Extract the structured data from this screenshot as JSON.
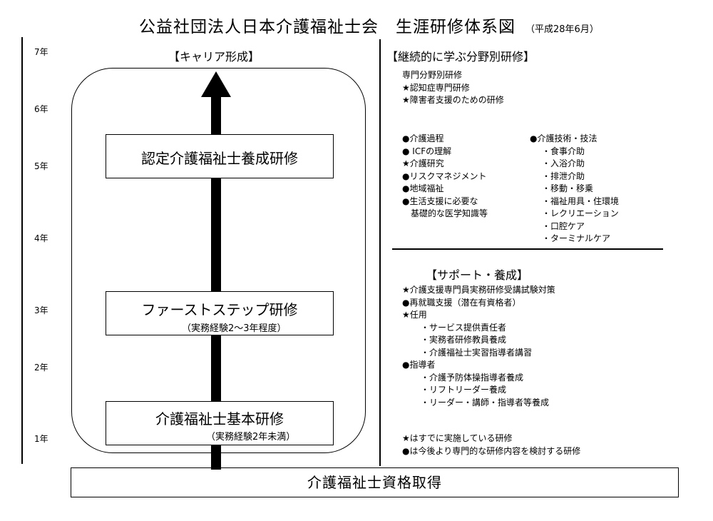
{
  "title": "公益社団法人日本介護福祉士会　生涯研修体系図",
  "date": "（平成28年6月）",
  "years": [
    "7年",
    "6年",
    "5年",
    "4年",
    "3年",
    "2年",
    "1年"
  ],
  "career": {
    "heading": "【キャリア形成】",
    "box1": {
      "title": "認定介護福祉士養成研修"
    },
    "box2": {
      "title": "ファーストステップ研修",
      "sub": "（実務経験2～3年程度）"
    },
    "box3": {
      "title": "介護福祉士基本研修",
      "sub": "（実務経験2年未満）"
    }
  },
  "base": "介護福祉士資格取得",
  "continuous": {
    "heading": "【継続的に学ぶ分野別研修】",
    "specialty": [
      "専門分野別研修",
      "★認知症専門研修",
      "★障害者支援のための研修"
    ],
    "left_list": [
      "●介護過程",
      "● ICFの理解",
      "★介護研究",
      "●リスクマネジメント",
      "●地域福祉",
      "●生活支援に必要な",
      "　基礎的な医学知識等"
    ],
    "right_list": [
      "●介護技術・技法",
      "・食事介助",
      "・入浴介助",
      "・排泄介助",
      "・移動・移乗",
      "・福祉用具・住環境",
      "・レクリエーション",
      "・口腔ケア",
      "・ターミナルケア"
    ]
  },
  "support": {
    "heading": "【サポート・養成】",
    "items": [
      "★介護支援専門員実務研修受講試験対策",
      "●再就職支援（潜在有資格者）",
      "★任用",
      "　・サービス提供責任者",
      "　・実務者研修教員養成",
      "　・介護福祉士実習指導者講習",
      "●指導者",
      "　・介護予防体操指導者養成",
      "　・リフトリーダー養成",
      "　・リーダー・講師・指導者等養成"
    ]
  },
  "legend": [
    "★はすでに実施している研修",
    "●は今後より専門的な研修内容を検討する研修"
  ]
}
